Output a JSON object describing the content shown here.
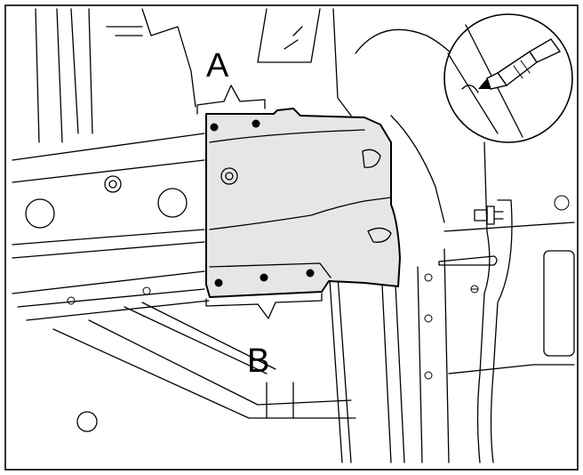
{
  "diagram": {
    "callouts": [
      {
        "id": "A",
        "label": "A"
      },
      {
        "id": "B",
        "label": "B"
      }
    ],
    "colors": {
      "line": "#000000",
      "background": "#ffffff",
      "highlight_panel": "#e6e6e6",
      "inset_fill": "#ffffff"
    },
    "icons": [
      "bolt-icon",
      "marker-pen-icon",
      "screw-icon"
    ]
  }
}
